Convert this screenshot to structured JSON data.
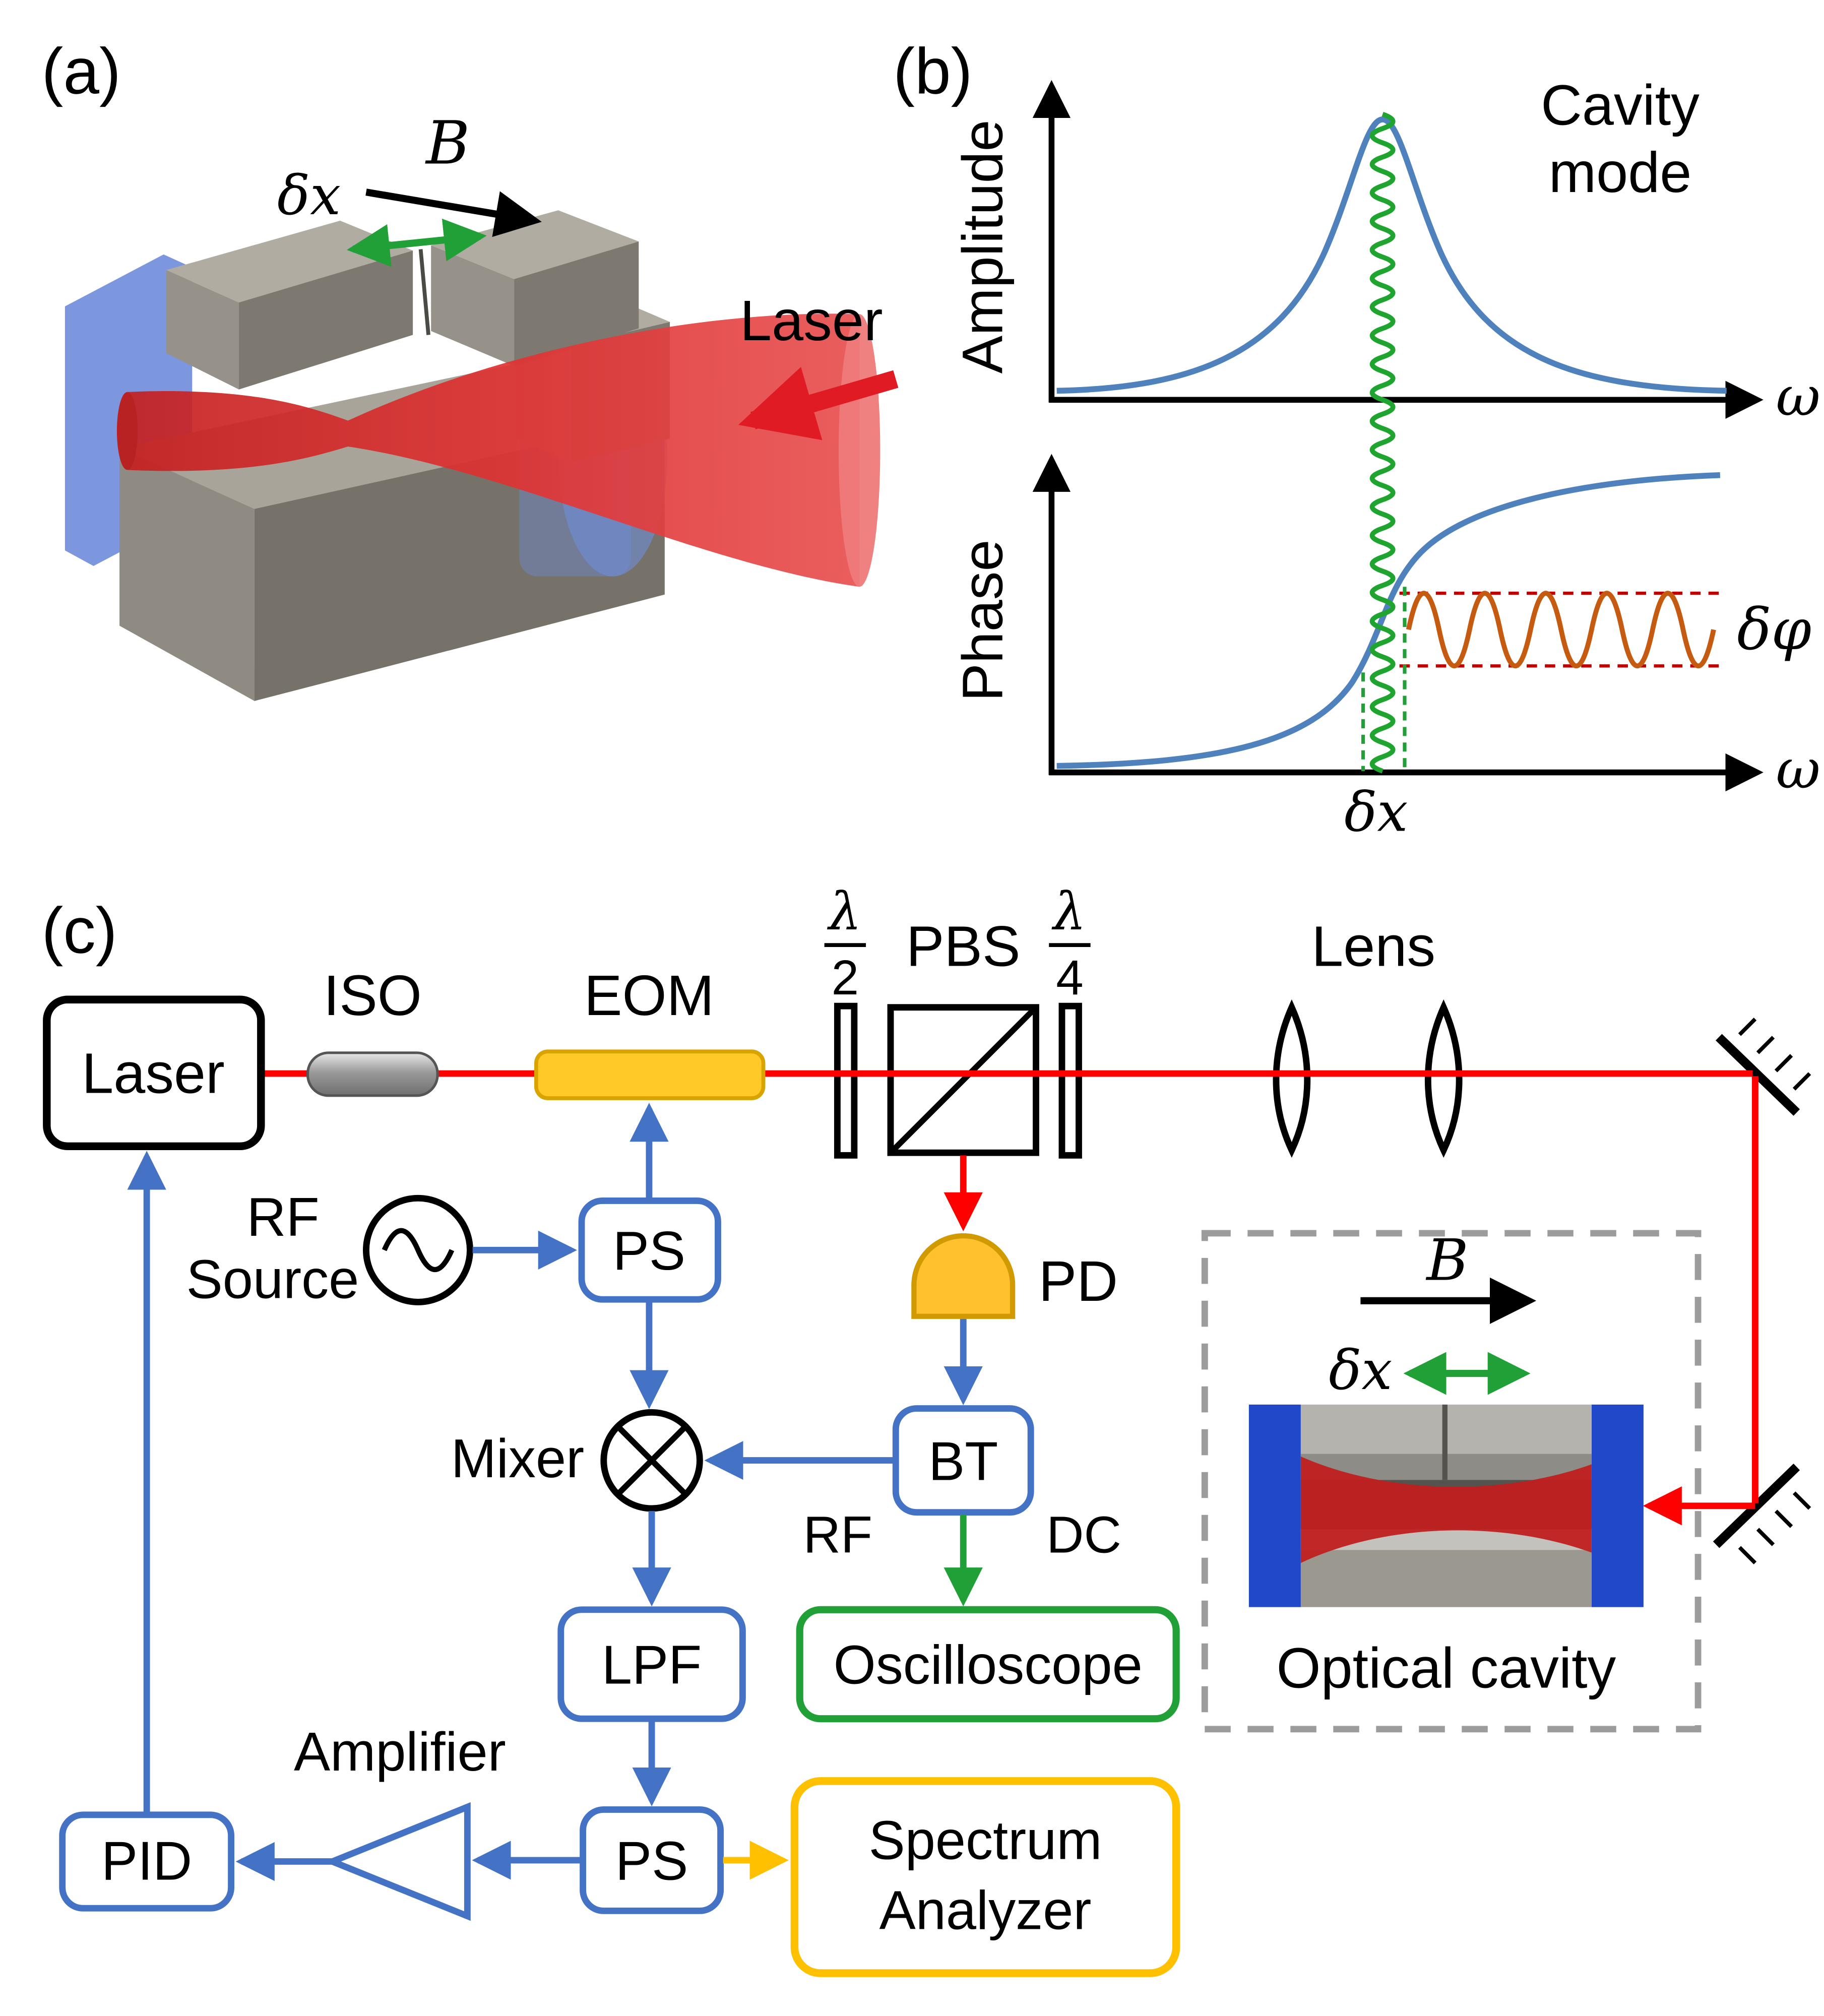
{
  "figure": {
    "panel_a": {
      "label": "(a)",
      "b_field": "B",
      "dx": "δx",
      "laser": "Laser"
    },
    "panel_b": {
      "label": "(b)",
      "amplitude": "Amplitude",
      "phase": "Phase",
      "cavity_1": "Cavity",
      "cavity_2": "mode",
      "omega_top": "ω",
      "omega_bottom": "ω",
      "dphi": "δφ",
      "dx": "δx"
    },
    "panel_c": {
      "label": "(c)",
      "laser": "Laser",
      "iso": "ISO",
      "eom": "EOM",
      "half_wave": {
        "num": "λ",
        "den": "2"
      },
      "pbs": "PBS",
      "quarter_wave": {
        "num": "λ",
        "den": "4"
      },
      "lens": "Lens",
      "rf_source_1": "RF",
      "rf_source_2": "Source",
      "ps1": "PS",
      "pd": "PD",
      "mixer": "Mixer",
      "bt": "BT",
      "rf_port": "RF",
      "dc_port": "DC",
      "oscilloscope": "Oscilloscope",
      "lpf": "LPF",
      "ps2": "PS",
      "spectrum_1": "Spectrum",
      "spectrum_2": "Analyzer",
      "amplifier": "Amplifier",
      "pid": "PID",
      "inset": {
        "b_field": "B",
        "dx": "δx",
        "caption": "Optical cavity"
      }
    },
    "colors": {
      "signal_blue": "#4472c4",
      "beam_red": "#fe0000",
      "dc_green": "#21a038",
      "spectrum_yellow": "#ffc000",
      "plot_blue": "#4f81bd",
      "phase_orange": "#c55a11"
    }
  }
}
